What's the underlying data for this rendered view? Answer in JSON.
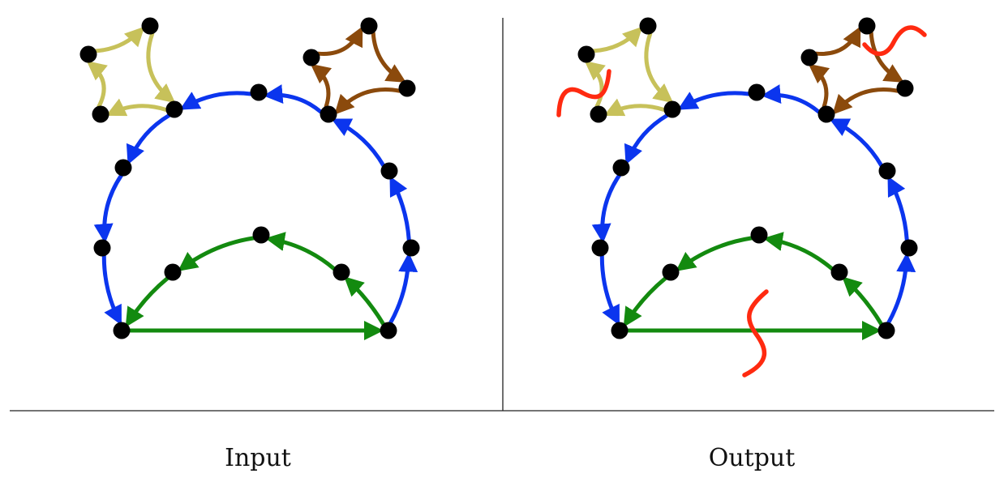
{
  "captions": {
    "left": "Input",
    "right": "Output"
  },
  "colors": {
    "yellow": "#c7c15a",
    "brown": "#8b4a0c",
    "blue": "#0b35ee",
    "green": "#138a0f",
    "cut": "#ff2a10",
    "node": "#000000",
    "divider": "#222222"
  },
  "panels": [
    {
      "id": "input",
      "cuts": false
    },
    {
      "id": "output",
      "cuts": true
    }
  ],
  "graph": {
    "cycles": [
      {
        "name": "yellow-cycle",
        "color": "yellow"
      },
      {
        "name": "brown-cycle",
        "color": "brown"
      },
      {
        "name": "blue-cycle",
        "color": "blue"
      },
      {
        "name": "green-cycle",
        "color": "green"
      }
    ],
    "cuts": [
      {
        "name": "cut-yellow-cycle",
        "on": "yellow-cycle"
      },
      {
        "name": "cut-brown-cycle",
        "on": "brown-cycle"
      },
      {
        "name": "cut-green-edge",
        "on": "green-cycle"
      }
    ]
  }
}
